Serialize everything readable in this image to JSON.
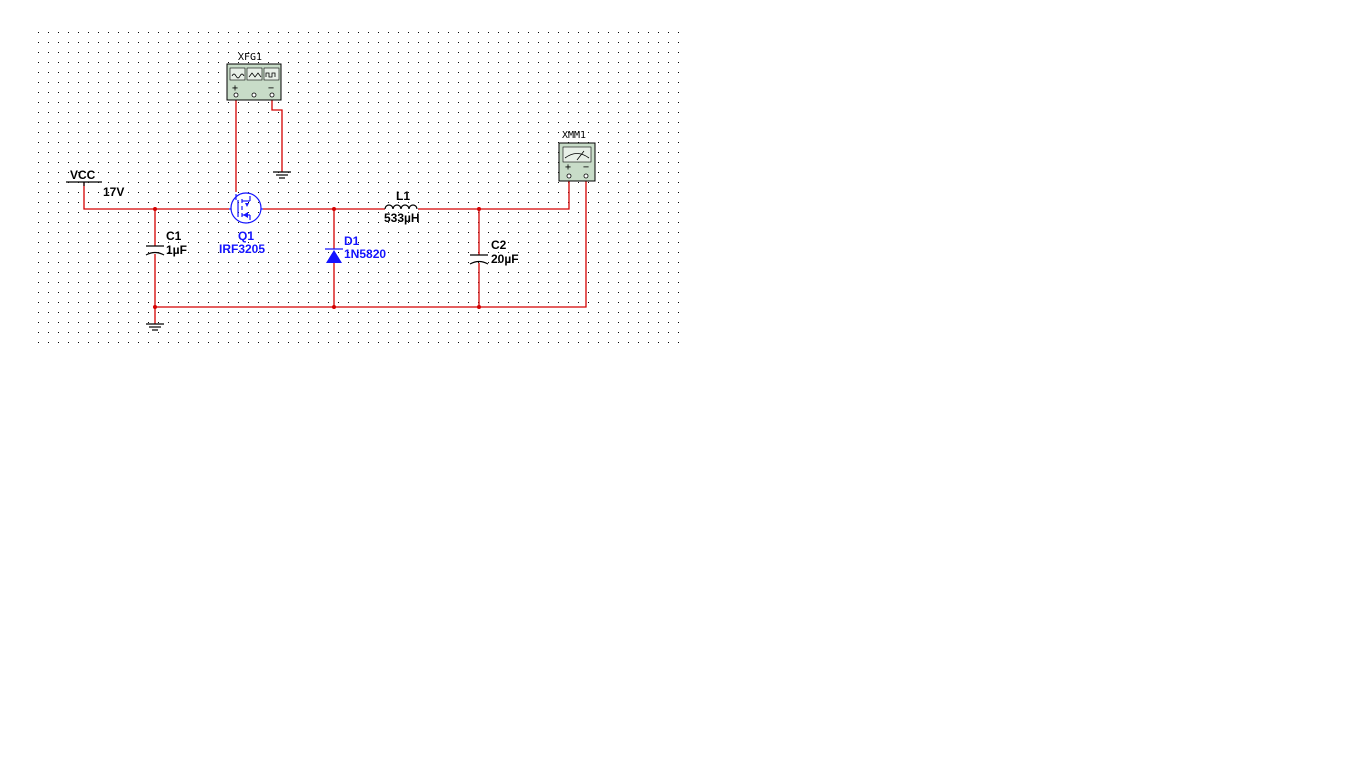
{
  "labels": {
    "vcc": "VCC",
    "vcc_value": "17V",
    "c1_ref": "C1",
    "c1_value": "1µF",
    "q1_ref": "Q1",
    "q1_value": "IRF3205",
    "d1_ref": "D1",
    "d1_value": "1N5820",
    "l1_ref": "L1",
    "l1_value": "533µH",
    "c2_ref": "C2",
    "c2_value": "20µF",
    "xfg1": "XFG1",
    "xmm1": "XMM1",
    "fg_plus": "+",
    "fg_minus": "−",
    "mm_plus": "+",
    "mm_minus": "−"
  },
  "colors": {
    "wire": "#d40000",
    "part": "#000000",
    "active_part": "#1414ff",
    "instrument_fill": "#c8dcc8",
    "grid_dot": "#000000"
  }
}
